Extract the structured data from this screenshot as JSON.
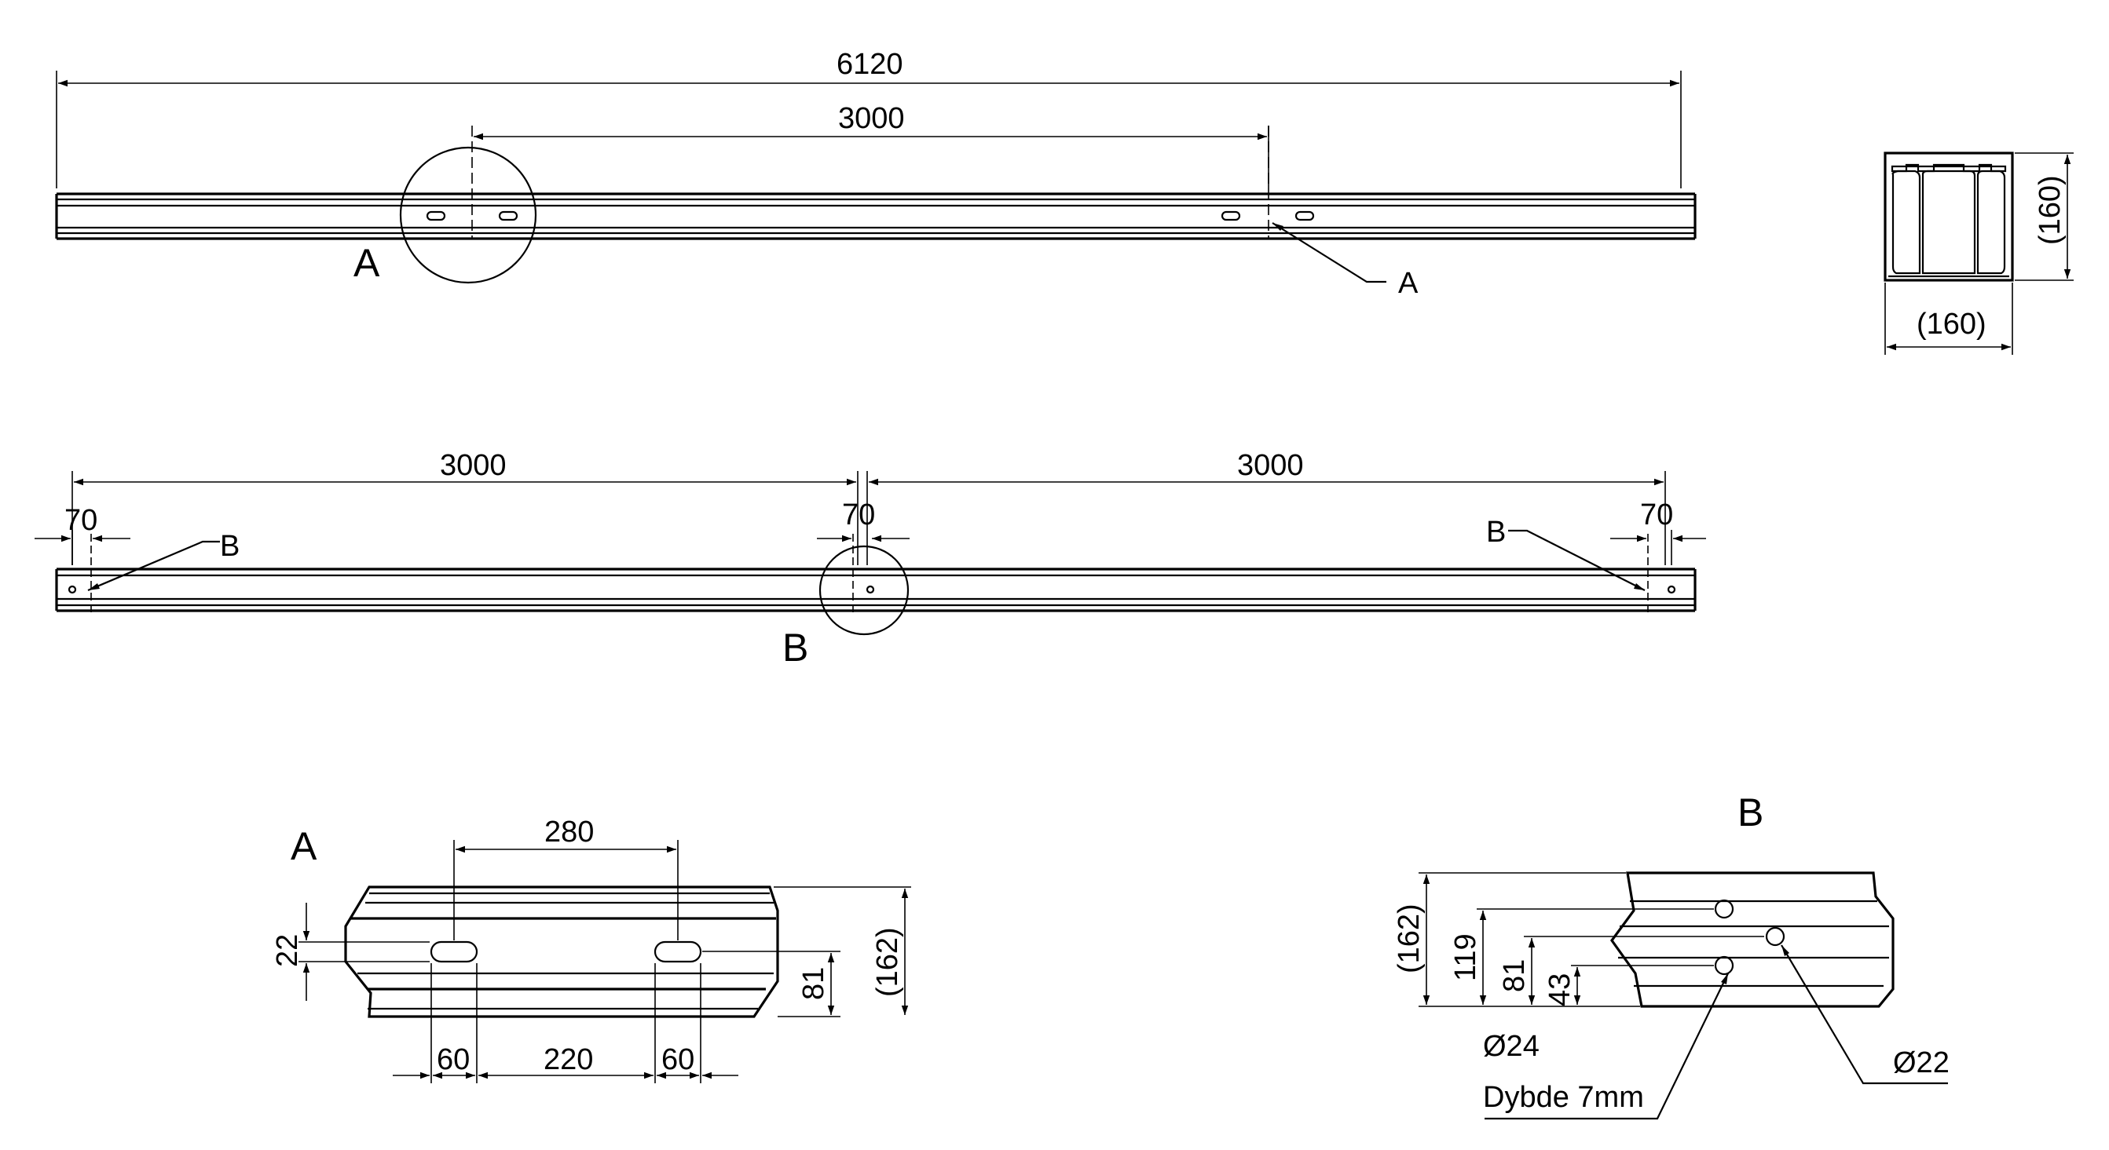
{
  "labels": {
    "overall_length": "6120",
    "slot_spacing": "3000",
    "detail_a_marker": "A",
    "detail_a_leader": "A",
    "profile_height": "(160)",
    "profile_width": "(160)",
    "hole_spacing_left": "3000",
    "hole_spacing_right": "3000",
    "hole_offset_left": "70",
    "hole_offset_mid": "70",
    "hole_offset_right": "70",
    "leader_b_left": "B",
    "leader_b_right": "B",
    "detail_b_marker": "B",
    "detail_a_title": "A",
    "slot_center_spacing": "280",
    "slot_offset": "22",
    "slot_width_left": "60",
    "slot_gap": "220",
    "slot_width_right": "60",
    "slot_height_pos": "81",
    "detail_a_height": "(162)",
    "detail_b_title": "B",
    "detail_b_height": "(162)",
    "hole_upper_pos": "119",
    "hole_mid_pos": "81",
    "hole_lower_pos": "43",
    "hole_dia_24": "Ø24",
    "hole_depth": "Dybde 7mm",
    "hole_dia_22": "Ø22"
  }
}
